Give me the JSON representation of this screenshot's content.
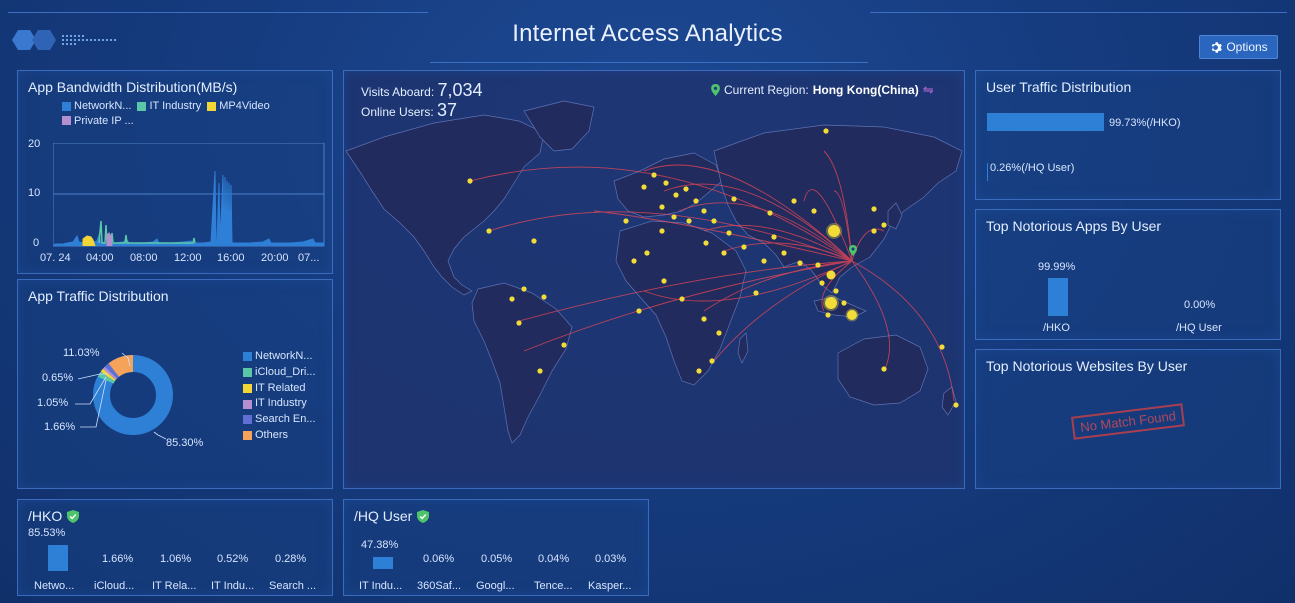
{
  "header": {
    "title": "Internet Access Analytics",
    "options_label": "Options"
  },
  "bandwidth": {
    "title": "App Bandwidth Distribution(MB/s)",
    "legend": [
      {
        "label": "NetworkN...",
        "color": "#2e7fd6"
      },
      {
        "label": "IT Industry",
        "color": "#5ac8a8"
      },
      {
        "label": "MP4Video",
        "color": "#f2d635"
      },
      {
        "label": "Private IP ...",
        "color": "#b68fd0"
      }
    ],
    "y_ticks": [
      "20",
      "10",
      "0"
    ],
    "x_ticks": [
      "07. 24",
      "04:00",
      "08:00",
      "12:00",
      "16:00",
      "20:00",
      "07..."
    ]
  },
  "traffic": {
    "title": "App Traffic Distribution",
    "legend": [
      {
        "label": "NetworkN...",
        "color": "#2e7fd6"
      },
      {
        "label": "iCloud_Dri...",
        "color": "#5ac8a8"
      },
      {
        "label": "IT Related",
        "color": "#f2d635"
      },
      {
        "label": "IT Industry",
        "color": "#b68fd0"
      },
      {
        "label": "Search En...",
        "color": "#5f6fd6"
      },
      {
        "label": "Others",
        "color": "#f5a25a"
      }
    ],
    "labels": [
      "11.03%",
      "0.65%",
      "1.05%",
      "1.66%",
      "85.30%"
    ]
  },
  "map": {
    "visits_label": "Visits Aboard:",
    "visits_value": "7,034",
    "online_label": "Online Users:",
    "online_value": "37",
    "region_label": "Current Region:",
    "region_value": "Hong Kong(China)"
  },
  "user_traffic": {
    "title": "User Traffic Distribution",
    "rows": [
      {
        "label": "99.73%(/HKO)",
        "fraction": 0.9973
      },
      {
        "label": "0.26%(/HQ User)",
        "fraction": 0.0026
      }
    ]
  },
  "notorious_apps": {
    "title": "Top Notorious Apps By User",
    "bars": [
      {
        "percent": "99.99%",
        "name": "/HKO",
        "fraction": 0.9999
      },
      {
        "percent": "0.00%",
        "name": "/HQ User",
        "fraction": 0.0
      }
    ]
  },
  "notorious_sites": {
    "title": "Top Notorious Websites By User",
    "empty_label": "No Match Found"
  },
  "hko": {
    "title": "/HKO",
    "items": [
      {
        "percent": "85.53%",
        "name": "Netwo...",
        "fraction": 0.8553
      },
      {
        "percent": "1.66%",
        "name": "iCloud...",
        "fraction": 0.0166
      },
      {
        "percent": "1.06%",
        "name": "IT Rela...",
        "fraction": 0.0106
      },
      {
        "percent": "0.52%",
        "name": "IT Indu...",
        "fraction": 0.0052
      },
      {
        "percent": "0.28%",
        "name": "Search ...",
        "fraction": 0.0028
      }
    ]
  },
  "hq": {
    "title": "/HQ User",
    "items": [
      {
        "percent": "47.38%",
        "name": "IT Indu...",
        "fraction": 0.4738
      },
      {
        "percent": "0.06%",
        "name": "360Saf...",
        "fraction": 0.0006
      },
      {
        "percent": "0.05%",
        "name": "Googl...",
        "fraction": 0.0005
      },
      {
        "percent": "0.04%",
        "name": "Tence...",
        "fraction": 0.0004
      },
      {
        "percent": "0.03%",
        "name": "Kasper...",
        "fraction": 0.0003
      }
    ]
  }
}
